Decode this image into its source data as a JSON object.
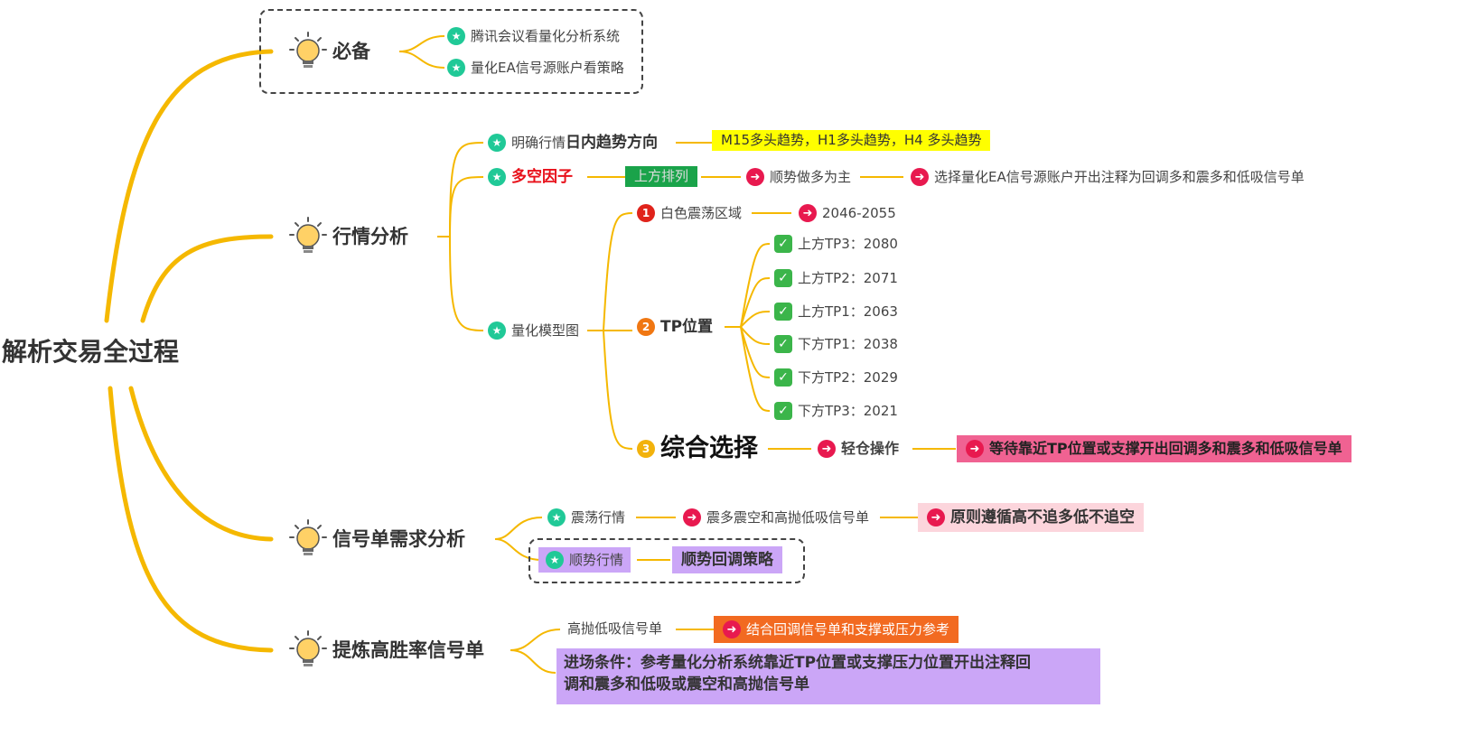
{
  "root": "解析交易全过程",
  "branches": {
    "bibei": {
      "title": "必备",
      "items": [
        "腾讯会议看量化分析系统",
        "量化EA信号源账户看策略"
      ]
    },
    "hangqing": {
      "title": "行情分析",
      "trend_prefix": "明确行情",
      "trend_bold": "日内趋势方向",
      "trend_note": "M15多头趋势，H1多头趋势，H4 多头趋势",
      "factor": "多空因子",
      "factor_tag": "上方排列",
      "factor_step1": "顺势做多为主",
      "factor_step2": "选择量化EA信号源账户开出注释为回调多和震多和低吸信号单",
      "model": "量化模型图",
      "zone": "白色震荡区域",
      "zone_range": "2046-2055",
      "tp_title": "TP位置",
      "tps": [
        "上方TP3：2080",
        "上方TP2：2071",
        "上方TP1：2063",
        "下方TP1：2038",
        "下方TP2：2029",
        "下方TP3：2021"
      ],
      "choice": "综合选择",
      "choice_step": "轻仓操作",
      "choice_note": "等待靠近TP位置或支撑开出回调多和震多和低吸信号单"
    },
    "xinhao": {
      "title": "信号单需求分析",
      "osc": "震荡行情",
      "osc_step": "震多震空和高抛低吸信号单",
      "osc_note": "原则遵循高不追多低不追空",
      "trend": "顺势行情",
      "trend_note": "顺势回调策略"
    },
    "tilian": {
      "title": "提炼高胜率信号单",
      "item": "高抛低吸信号单",
      "item_note": "结合回调信号单和支撑或压力参考",
      "entry_line1": "进场条件：参考量化分析系统靠近TP位置或支撑压力位置开出注释回",
      "entry_line2": "调和震多和低吸或震空和高抛信号单"
    }
  },
  "icons": {
    "bulb": "lightbulb-icon",
    "star": "star-icon",
    "arrow": "arrow-right-icon",
    "check": "check-icon"
  },
  "colors": {
    "line": "#f5b800",
    "yellow_note": "#ffff00",
    "green_tag": "#1aa34a",
    "red_text": "#e8101a",
    "pink": "#f06292",
    "light_pink": "#fcd5dc",
    "purple": "#cba6f7",
    "orange": "#f26a21"
  }
}
